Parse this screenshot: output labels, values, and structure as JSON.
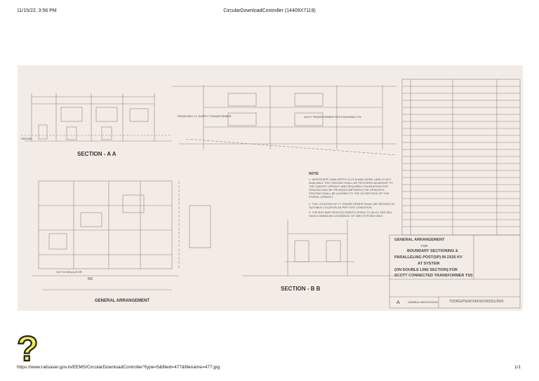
{
  "header": {
    "datetime": "11/15/22, 3:56 PM",
    "title": "CircularDownloadController (14409X7119)"
  },
  "footer": {
    "url": "https://www.railsaver.gov.in/EEMS/CircularDownloadController?type=5&fileid=477&filename=477.jpg",
    "page": "1/1"
  },
  "drawing": {
    "section_aa": "SECTION - A A",
    "section_bb": "SECTION - B B",
    "general_arrangement": "GENERAL ARRANGEMENT",
    "note_heading": "NOTE",
    "notes": [
      "1. WHEREVER LAND DEPTH IS 23 M AND MORE LAND IS NOT AVAILABLE THE FENCING SHALL BE PROVIDED ADJACENT TO THE GANTRY UPRIGHT AND REQUIRED FOUNDATION FOR FENCING MAY BE PROVIDED BETWEEN THE UPRIGHTS. FENCING SHALL BE ALIGNED TO THE OUTER FACE OF THE PORTAL UPRIGHT.",
      "2. THE LOCATION OF LT TRANSFORMER SHALL BE DECIDED AT SUITABLE LOCATION AS PER SITE CONDITION.",
      "3. THE BUS BAR HEIGHT(LOWEST) GOING TO 66 KV CBS WILL HAVE A MINIMUM CLEARANCE OF 25KV SYSTEM ONLY."
    ],
    "labels": {
      "auto_transformer": "AUTO TRANSFORMER WITH BUSHING CTs",
      "from_25kv_supply": "FROM 25KV LT SUPPLY TRANSFORMER",
      "cut_in_insulator": "CUT IN INSULATOR",
      "ns": "NS",
      "ground": "GROUND"
    },
    "title_block": {
      "line1": "GENERAL ARRANGEMENT",
      "line2": "FOR",
      "line3": "BOUNDARY SECTIONING &",
      "line4": "PARALLELING POST(SP) IN 2X25 KV",
      "line5": "AT SYSTEM",
      "line6": "(ON DOUBLE LINE SECTION) FOR",
      "line7": "SCOTT CONNECTED TRANSFORMER TSS",
      "rev": "A",
      "rev_desc": "GENERAL MODIFICATION",
      "drawing_no": "TI/DRG/PSI/ATI/RDSO/00021/20/0"
    }
  }
}
